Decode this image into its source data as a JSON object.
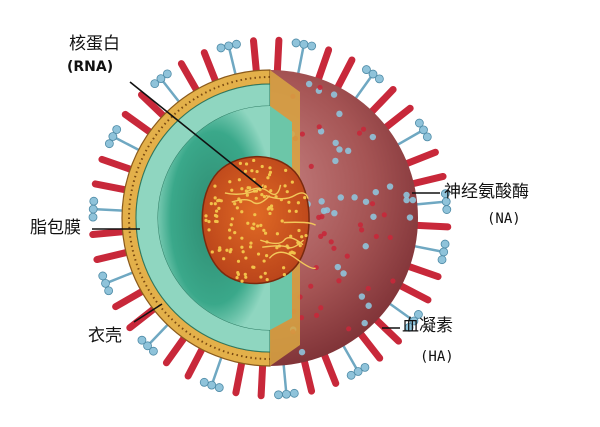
{
  "diagram": {
    "labels": {
      "nucleoprotein": "核蛋白",
      "nucleoprotein_sub": "(RNA)",
      "lipid_envelope": "脂包膜",
      "capsid": "衣壳",
      "neuraminidase": "神经氨酸酶",
      "neuraminidase_abbr": "(NA)",
      "hemagglutinin": "血凝素",
      "hemagglutinin_abbr": "(HA)"
    },
    "colors": {
      "spike_ha": "#c8283a",
      "spike_na": "#8fc3da",
      "membrane": "#d9a642",
      "capsid": "#3aa88a",
      "inner_layer": "#8fd6c0",
      "core": "#d2541e",
      "core_dots": "#f2c24a",
      "surface": "#8f3a3a"
    }
  }
}
